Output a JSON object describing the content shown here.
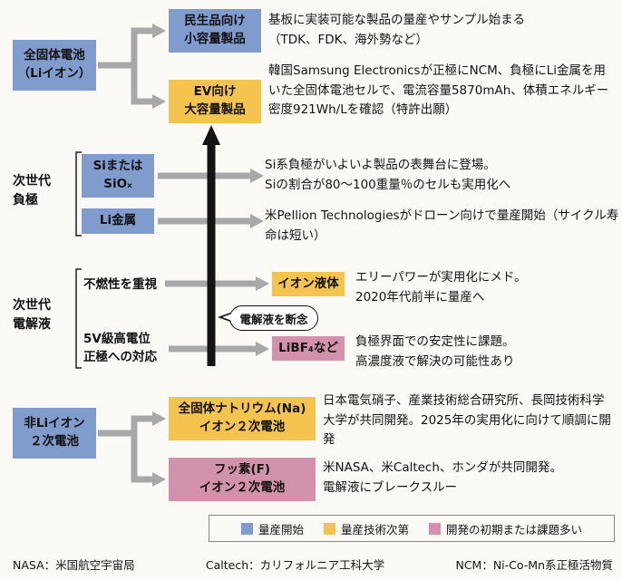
{
  "colors": {
    "blue": "#7f9ccd",
    "yellow": "#f4c44e",
    "pink": "#d392ab"
  },
  "solid_state": {
    "label": "全固体電池\n（Liイオン）",
    "consumer": {
      "box": "民生品向け\n小容量製品",
      "desc": "基板に実装可能な製品の量産やサンプル始まる\n（TDK、FDK、海外勢など）"
    },
    "ev": {
      "box": "EV向け\n大容量製品",
      "desc": "韓国Samsung Electronicsが正極にNCM、負極にLi金属を用いた全固体電池セルで、電流容量5870mAh、体積エネルギー密度921Wh/Lを確認（特許出願）"
    }
  },
  "anode": {
    "label": "次世代\n負極",
    "si": {
      "box": "Siまたは\nSiOₓ",
      "desc": "Si系負極がいよいよ製品の表舞台に登場。\nSiの割合が80～100重量％のセルも実用化へ"
    },
    "li": {
      "box": "Li金属",
      "desc": "米Pellion Technologiesがドローン向けで量産開始（サイクル寿命は短い）"
    }
  },
  "electrolyte": {
    "label": "次世代\n電解液",
    "bubble": "電解液を断念",
    "ionic": {
      "pre": "不燃性を重視",
      "box": "イオン液体",
      "desc": "エリーパワーが実用化にメド。\n2020年代前半に量産へ"
    },
    "libf4": {
      "pre": "5V級高電位\n正極への対応",
      "box": "LiBF₄など",
      "desc": "負極界面での安定性に課題。\n高濃度液で解決の可能性あり"
    }
  },
  "non_li": {
    "label": "非Liイオン\n２次電池",
    "na": {
      "box": "全固体ナトリウム(Na)\nイオン２次電池",
      "desc": "日本電気硝子、産業技術総合研究所、長岡技術科学大学が共同開発。2025年の実用化に向けて順調に開発"
    },
    "f": {
      "box": "フッ素(F)\nイオン２次電池",
      "desc": "米NASA、米Caltech、ホンダが共同開発。\n電解液にブレークスルー"
    }
  },
  "legend": {
    "items": [
      {
        "label": "量産開始",
        "color": "blue"
      },
      {
        "label": "量産技術次第",
        "color": "yellow"
      },
      {
        "label": "開発の初期または課題多い",
        "color": "pink"
      }
    ]
  },
  "footnotes": [
    "NASA：米国航空宇宙局",
    "Caltech：カリフォルニア工科大学",
    "NCM：Ni-Co-Mn系正極活物質"
  ]
}
